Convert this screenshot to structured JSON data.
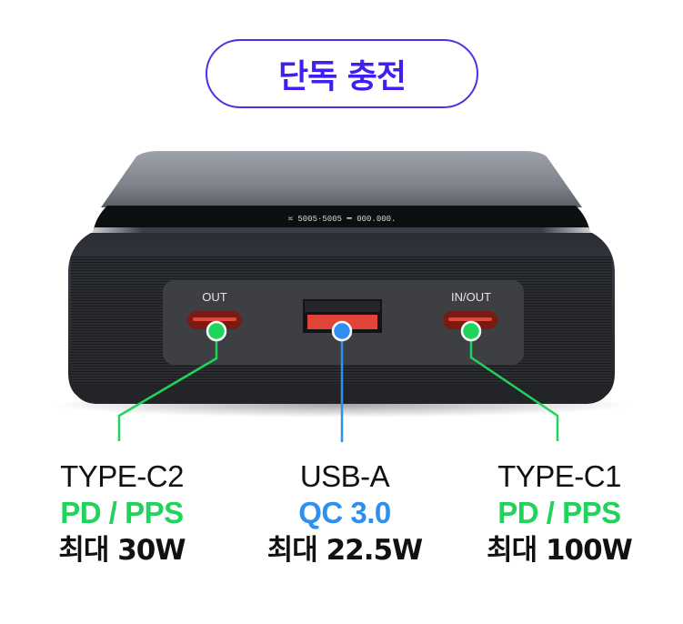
{
  "header": {
    "title": "단독 충전",
    "accent_color": "#3d1ff0"
  },
  "device": {
    "display_text": "≍ 5005·5005 ━ 000.000.",
    "ports": [
      {
        "id": "type-c2",
        "panel_label": "OUT",
        "kind": "usb-c"
      },
      {
        "id": "usb-a",
        "panel_label": "",
        "kind": "usb-a"
      },
      {
        "id": "type-c1",
        "panel_label": "IN/OUT",
        "kind": "usb-c"
      }
    ]
  },
  "specs": [
    {
      "name": "TYPE-C2",
      "protocol": "PD / PPS",
      "protocol_color": "#1fd45a",
      "max_power": "최대 30W",
      "marker_color": "#1fd45a"
    },
    {
      "name": "USB-A",
      "protocol": "QC 3.0",
      "protocol_color": "#2f8ff0",
      "max_power": "최대 22.5W",
      "marker_color": "#2f8ff0"
    },
    {
      "name": "TYPE-C1",
      "protocol": "PD / PPS",
      "protocol_color": "#1fd45a",
      "max_power": "최대 100W",
      "marker_color": "#1fd45a"
    }
  ]
}
